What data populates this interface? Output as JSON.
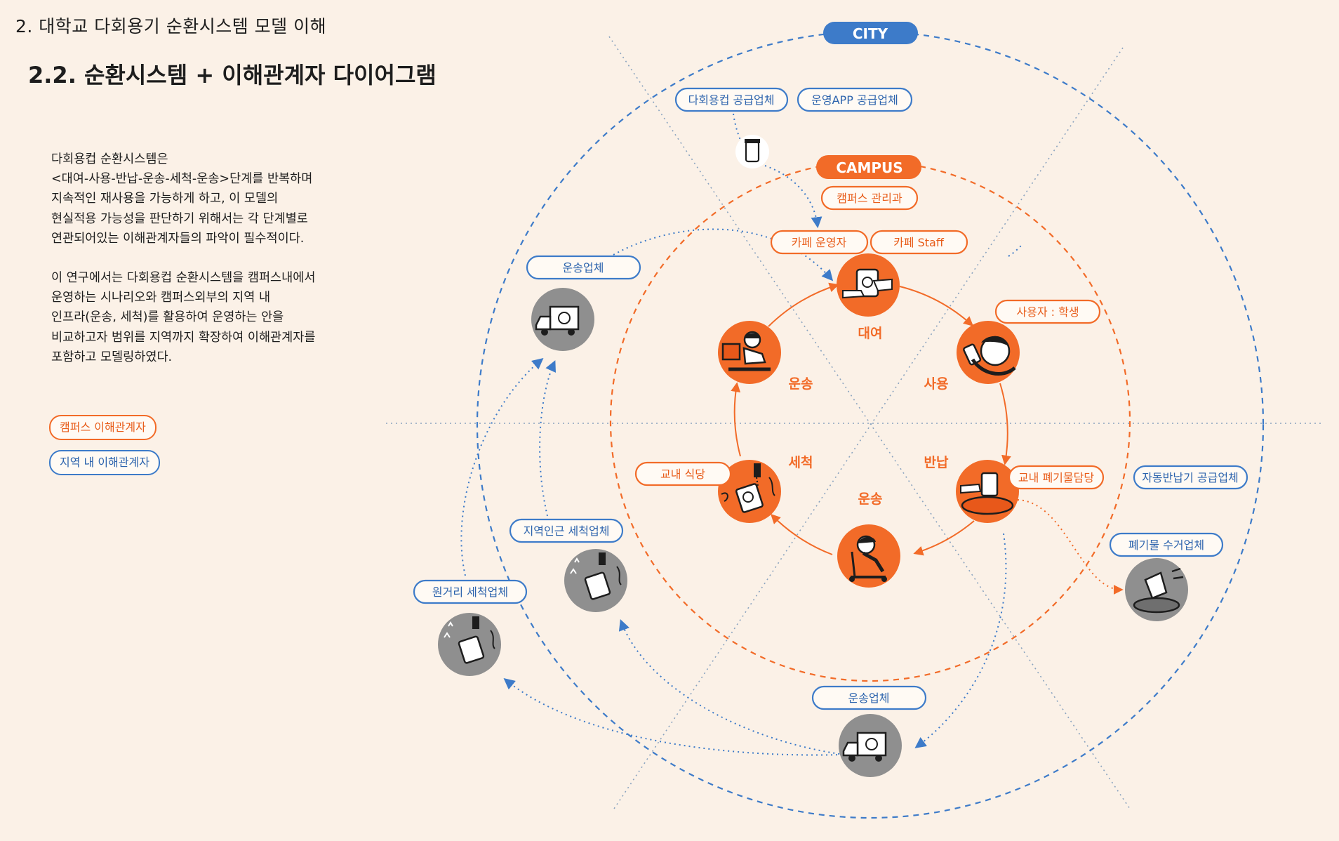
{
  "header": {
    "section_title": "2. 대학교 다회용기 순환시스템 모델 이해",
    "page_title": "2.2. 순환시스템 + 이해관계자 다이어그램"
  },
  "description": {
    "paragraph1": "다회용컵 순환시스템은\n<대여-사용-반납-운송-세척-운송>단계를 반복하며\n지속적인 재사용을 가능하게 하고, 이 모델의\n현실적용 가능성을 판단하기 위해서는 각 단계별로\n연관되어있는 이해관계자들의 파악이 필수적이다.",
    "paragraph2": "이 연구에서는 다회용컵 순환시스템을 캠퍼스내에서\n운영하는 시나리오와 캠퍼스외부의 지역 내\n인프라(운송, 세척)를 활용하여 운영하는 안을\n비교하고자 범위를 지역까지 확장하여 이해관계자를\n포함하고 모델링하였다."
  },
  "legend": {
    "campus": "캠퍼스 이해관계자",
    "local": "지역 내 이해관계자"
  },
  "colors": {
    "background": "#fbf1e7",
    "campus_orange": "#f26b28",
    "local_blue": "#3d7bc9",
    "gray_icon": "#8f8f8f"
  },
  "diagram": {
    "city_label": "CITY",
    "campus_label": "CAMPUS",
    "stages": [
      {
        "id": "rent",
        "label": "대여",
        "icon": "hand-cup-icon"
      },
      {
        "id": "use",
        "label": "사용",
        "icon": "drinking-person-icon"
      },
      {
        "id": "return",
        "label": "반납",
        "icon": "return-bin-icon"
      },
      {
        "id": "transport_back",
        "label": "운송",
        "icon": "scooter-courier-icon"
      },
      {
        "id": "wash",
        "label": "세척",
        "icon": "washing-cup-icon"
      },
      {
        "id": "transport_out",
        "label": "운송",
        "icon": "delivery-runner-icon"
      }
    ],
    "campus_stakeholders": {
      "campus_office": "캠퍼스 관리과",
      "cafe_operator": "카페 운영자",
      "cafe_staff": "카페 Staff",
      "user_student": "사용자 : 학생",
      "waste_manager": "교내 폐기물담당",
      "cafeteria": "교내 식당"
    },
    "local_stakeholders": {
      "cup_supplier": "다회용컵 공급업체",
      "app_supplier": "운영APP 공급업체",
      "transport_top": "운송업체",
      "transport_bottom": "운송업체",
      "nearby_washer": "지역인근 세척업체",
      "remote_washer": "원거리 세척업체",
      "auto_return_supplier": "자동반납기 공급업체",
      "waste_collector": "폐기물 수거업체"
    }
  }
}
